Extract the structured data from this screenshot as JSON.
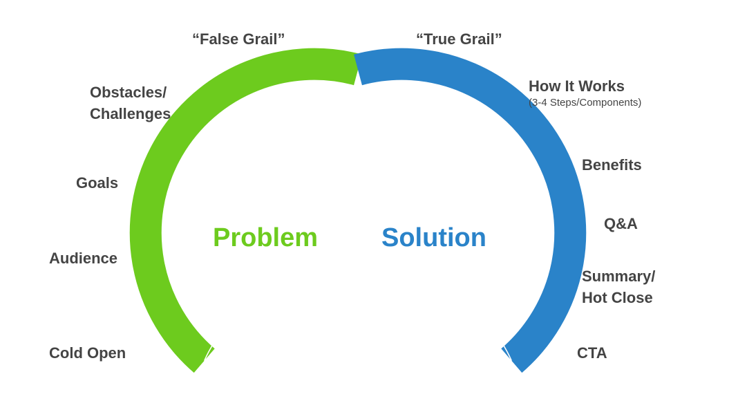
{
  "colors": {
    "problem": "#6dcb1e",
    "solution": "#2a83c9",
    "label_text": "#444444"
  },
  "top_labels": {
    "false_grail": "“False Grail”",
    "true_grail": "“True Grail”"
  },
  "center": {
    "problem": "Problem",
    "solution": "Solution"
  },
  "left_steps": {
    "obstacles_line1": "Obstacles/",
    "obstacles_line2": "Challenges",
    "goals": "Goals",
    "audience": "Audience",
    "cold_open": "Cold Open"
  },
  "right_steps": {
    "how_it_works": "How It Works",
    "how_it_works_sub": "(3-4 Steps/Components)",
    "benefits": "Benefits",
    "qa": "Q&A",
    "summary_line1": "Summary/",
    "summary_line2": "Hot Close",
    "cta": "CTA"
  }
}
